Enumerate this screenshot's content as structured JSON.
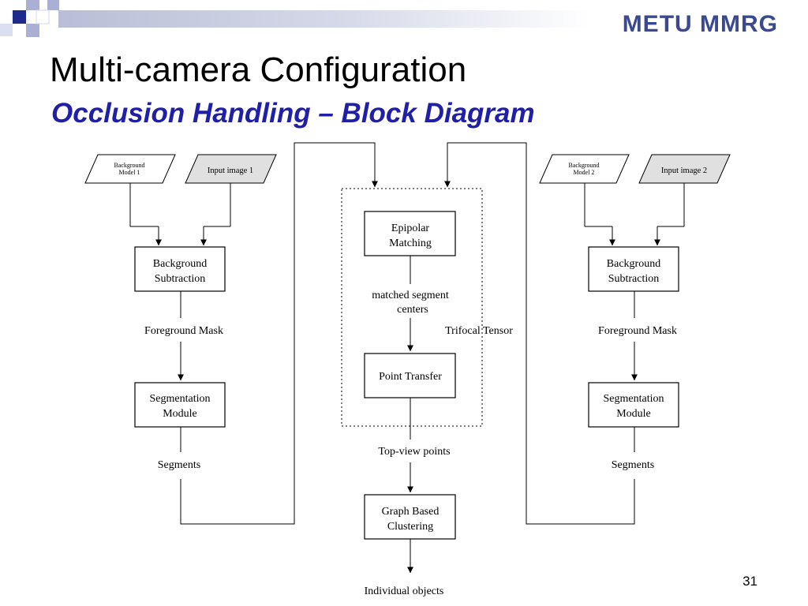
{
  "brand": "METU MMRG",
  "title": "Multi-camera Configuration",
  "subtitle": "Occlusion Handling – Block Diagram",
  "page_number": "31",
  "colors": {
    "brand": "#3b4a8e",
    "subtitle": "#1f1fa8",
    "logo_dark": "#1c2a8c",
    "logo_light": "#aab0d4",
    "header_bar": "#b9bed6",
    "input_fill": "#e0e0e0"
  },
  "left": {
    "background_model": [
      "Background",
      "Model 1"
    ],
    "input_image": "Input image 1",
    "bg_subtraction": [
      "Background",
      "Subtraction"
    ],
    "foreground_mask": "Foreground Mask",
    "segmentation": [
      "Segmentation",
      "Module"
    ],
    "segments": "Segments"
  },
  "right": {
    "background_model": [
      "Background",
      "Model 2"
    ],
    "input_image": "Input image 2",
    "bg_subtraction": [
      "Background",
      "Subtraction"
    ],
    "foreground_mask": "Foreground Mask",
    "segmentation": [
      "Segmentation",
      "Module"
    ],
    "segments": "Segments"
  },
  "center": {
    "epipolar": [
      "Epipolar",
      "Matching"
    ],
    "matched": [
      "matched segment",
      "centers"
    ],
    "trifocal": "Trifocal Tensor",
    "point_transfer": "Point Transfer",
    "top_view": "Top-view points",
    "graph": [
      "Graph Based",
      "Clustering"
    ],
    "individual": "Individual objects"
  }
}
